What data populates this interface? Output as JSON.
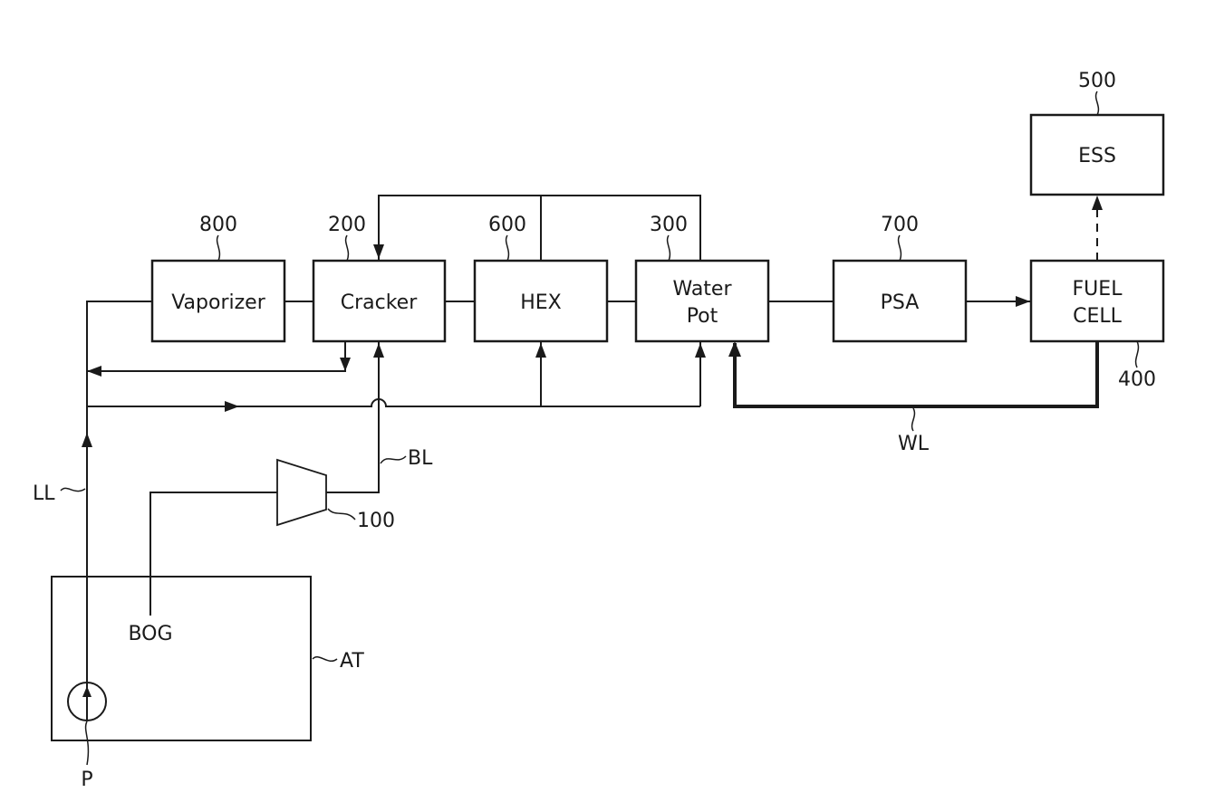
{
  "blocks": {
    "vaporizer": {
      "label": "Vaporizer",
      "ref": "800"
    },
    "cracker": {
      "label": "Cracker",
      "ref": "200"
    },
    "hex": {
      "label": "HEX",
      "ref": "600"
    },
    "water_pot": {
      "label_line1": "Water",
      "label_line2": "Pot",
      "ref": "300"
    },
    "psa": {
      "label": "PSA",
      "ref": "700"
    },
    "fuel_cell": {
      "label_line1": "FUEL",
      "label_line2": "CELL",
      "ref": "400"
    },
    "ess": {
      "label": "ESS",
      "ref": "500"
    }
  },
  "tank": {
    "ref": "AT",
    "bog_label": "BOG",
    "pump_ref": "P"
  },
  "compressor": {
    "ref": "100"
  },
  "lines": {
    "ll": "LL",
    "bl": "BL",
    "wl": "WL"
  }
}
